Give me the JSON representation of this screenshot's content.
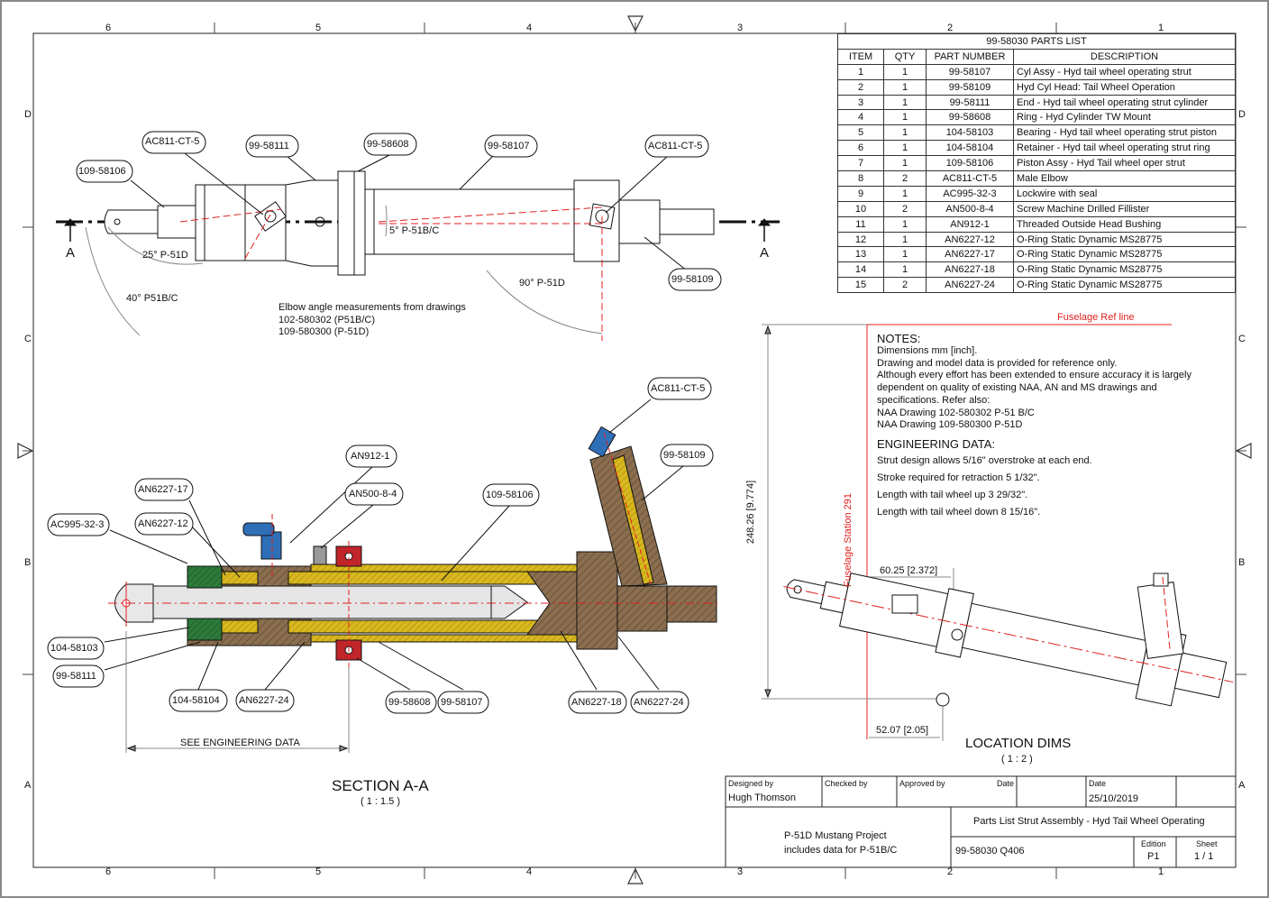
{
  "frame": {
    "col_labels_top": [
      "6",
      "5",
      "4",
      "3",
      "2",
      "1"
    ],
    "col_labels_bottom": [
      "6",
      "5",
      "4",
      "3",
      "2",
      "1"
    ],
    "row_labels_left": [
      "D",
      "C",
      "B",
      "A"
    ],
    "row_labels_right": [
      "D",
      "C",
      "B",
      "A"
    ]
  },
  "parts_list": {
    "title": "99-58030 PARTS LIST",
    "headers": [
      "ITEM",
      "QTY",
      "PART NUMBER",
      "DESCRIPTION"
    ],
    "rows": [
      [
        "1",
        "1",
        "99-58107",
        "Cyl Assy - Hyd tail wheel operating strut"
      ],
      [
        "2",
        "1",
        "99-58109",
        "Hyd Cyl Head: Tail Wheel Operation"
      ],
      [
        "3",
        "1",
        "99-58111",
        "End - Hyd tail wheel operating strut cylinder"
      ],
      [
        "4",
        "1",
        "99-58608",
        "Ring - Hyd Cylinder TW Mount"
      ],
      [
        "5",
        "1",
        "104-58103",
        "Bearing - Hyd tail wheel operating strut piston"
      ],
      [
        "6",
        "1",
        "104-58104",
        "Retainer - Hyd tail wheel operating strut ring"
      ],
      [
        "7",
        "1",
        "109-58106",
        "Piston Assy - Hyd Tail wheel oper strut"
      ],
      [
        "8",
        "2",
        "AC811-CT-5",
        "Male Elbow"
      ],
      [
        "9",
        "1",
        "AC995-32-3",
        "Lockwire with seal"
      ],
      [
        "10",
        "2",
        "AN500-8-4",
        "Screw Machine Drilled Fillister"
      ],
      [
        "11",
        "1",
        "AN912-1",
        "Threaded Outside Head Bushing"
      ],
      [
        "12",
        "1",
        "AN6227-12",
        "O-Ring Static Dynamic MS28775"
      ],
      [
        "13",
        "1",
        "AN6227-17",
        "O-Ring Static Dynamic MS28775"
      ],
      [
        "14",
        "1",
        "AN6227-18",
        "O-Ring Static Dynamic MS28775"
      ],
      [
        "15",
        "2",
        "AN6227-24",
        "O-Ring Static Dynamic MS28775"
      ]
    ]
  },
  "top_view": {
    "callouts": [
      "109-58106",
      "AC811-CT-5",
      "99-58111",
      "99-58608",
      "99-58107",
      "AC811-CT-5",
      "99-58109"
    ],
    "section_marker": "A",
    "angles": [
      "25° P-51D",
      "40° P51B/C",
      "5° P-51B/C",
      "90° P-51D"
    ],
    "elbow_note": [
      "Elbow angle measurements from drawings",
      "102-580302 (P51B/C)",
      "109-580300 (P-51D)"
    ]
  },
  "section": {
    "callouts": [
      "AN6227-17",
      "AC995-32-3",
      "AN6227-12",
      "AN912-1",
      "AN500-8-4",
      "109-58106",
      "AC811-CT-5",
      "99-58109",
      "104-58103",
      "99-58111",
      "104-58104",
      "AN6227-24",
      "99-58608",
      "99-58107",
      "AN6227-18",
      "AN6227-24"
    ],
    "dimension_label": "SEE ENGINEERING DATA",
    "title": "SECTION A-A",
    "scale": "( 1 : 1.5 )"
  },
  "notes": {
    "notes_title": "NOTES:",
    "notes_lines": [
      "Dimensions mm [inch].",
      "Drawing and model data is provided for reference only.",
      "Although every effort has been extended to ensure accuracy it is largely",
      "dependent on quality of existing NAA, AN and MS drawings and",
      "specifications. Refer also:",
      "NAA Drawing 102-580302 P-51 B/C",
      "NAA Drawing 109-580300 P-51D"
    ],
    "eng_title": "ENGINEERING DATA:",
    "eng_lines": [
      "Strut design allows 5/16\" overstroke at each end.",
      "Stroke required for retraction 5 1/32\".",
      "Length with tail wheel up 3 29/32\".",
      "Length with tail wheel down 8 15/16\"."
    ]
  },
  "location": {
    "fuselage_ref": "Fuselage Ref line",
    "fuselage_station": "Fuselage Station 291",
    "dim_vertical": "248.26 [9.774]",
    "dim_top": "60.25 [2.372]",
    "dim_bottom": "52.07 [2.05]",
    "title": "LOCATION DIMS",
    "scale": "( 1 : 2 )"
  },
  "title_block": {
    "designed_by_label": "Designed by",
    "designed_by": "Hugh Thomson",
    "checked_by_label": "Checked by",
    "approved_by_label": "Approved by",
    "date_label": "Date",
    "date_label2": "Date",
    "date": "25/10/2019",
    "project_line1": "P-51D Mustang Project",
    "project_line2": "includes data for P-51B/C",
    "drawing_title": "Parts List Strut Assembly - Hyd Tail Wheel Operating",
    "drawing_number": "99-58030 Q406",
    "edition_label": "Edition",
    "edition": "P1",
    "sheet_label": "Sheet",
    "sheet": "1 / 1"
  },
  "colors": {
    "line": "#111111",
    "center_red": "#e02020",
    "brass": "#d9b820",
    "hatch_body": "#8a6e4f",
    "green": "#2d7a3a",
    "red_part": "#c0252a",
    "blue_fitting": "#2f6fb8"
  }
}
